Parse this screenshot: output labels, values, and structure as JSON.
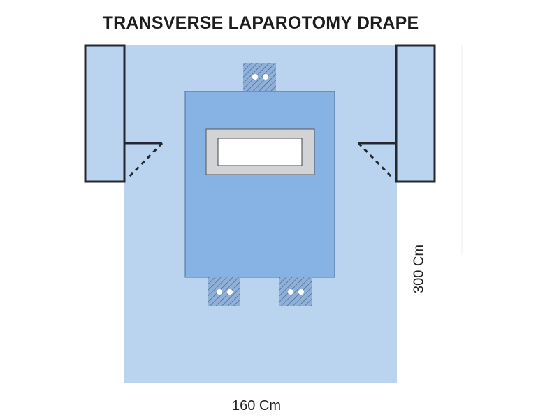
{
  "title": "TRANSVERSE LAPAROTOMY DRAPE",
  "width_label": "160 Cm",
  "height_label": "300 Cm",
  "colors": {
    "drape": "#bad4f0",
    "center_panel": "#86b2e4",
    "incise_frame": "#d2d3d6",
    "outline": "#23272e"
  }
}
